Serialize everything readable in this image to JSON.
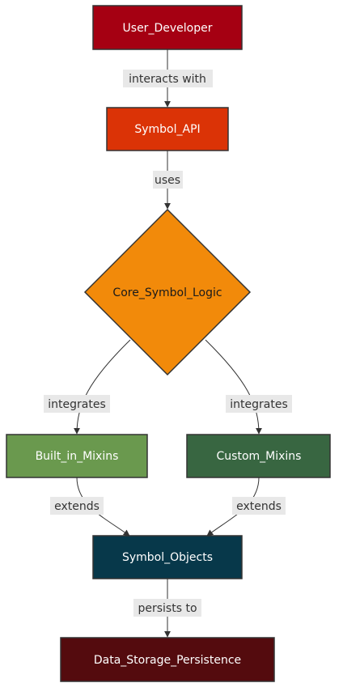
{
  "nodes": {
    "user_developer": {
      "label": "User_Developer",
      "fill": "#a50012",
      "text_color": "#ffffff"
    },
    "symbol_api": {
      "label": "Symbol_API",
      "fill": "#db3306",
      "text_color": "#ffffff"
    },
    "core_symbol_logic": {
      "label": "Core_Symbol_Logic",
      "fill": "#f28a0a",
      "text_color": "#1a1a1a",
      "shape": "diamond"
    },
    "built_in_mixins": {
      "label": "Built_in_Mixins",
      "fill": "#6a994e",
      "text_color": "#ffffff"
    },
    "custom_mixins": {
      "label": "Custom_Mixins",
      "fill": "#386641",
      "text_color": "#ffffff"
    },
    "symbol_objects": {
      "label": "Symbol_Objects",
      "fill": "#07384a",
      "text_color": "#ffffff"
    },
    "data_storage_persistence": {
      "label": "Data_Storage_Persistence",
      "fill": "#540b0e",
      "text_color": "#ffffff"
    }
  },
  "edges": {
    "interacts_with": "interacts with",
    "uses": "uses",
    "integrates_left": "integrates",
    "integrates_right": "integrates",
    "extends_left": "extends",
    "extends_right": "extends",
    "persists_to": "persists to"
  },
  "colors": {
    "edge": "#333333",
    "node_border": "#333333",
    "edge_label_bg": "#e8e8e8"
  }
}
